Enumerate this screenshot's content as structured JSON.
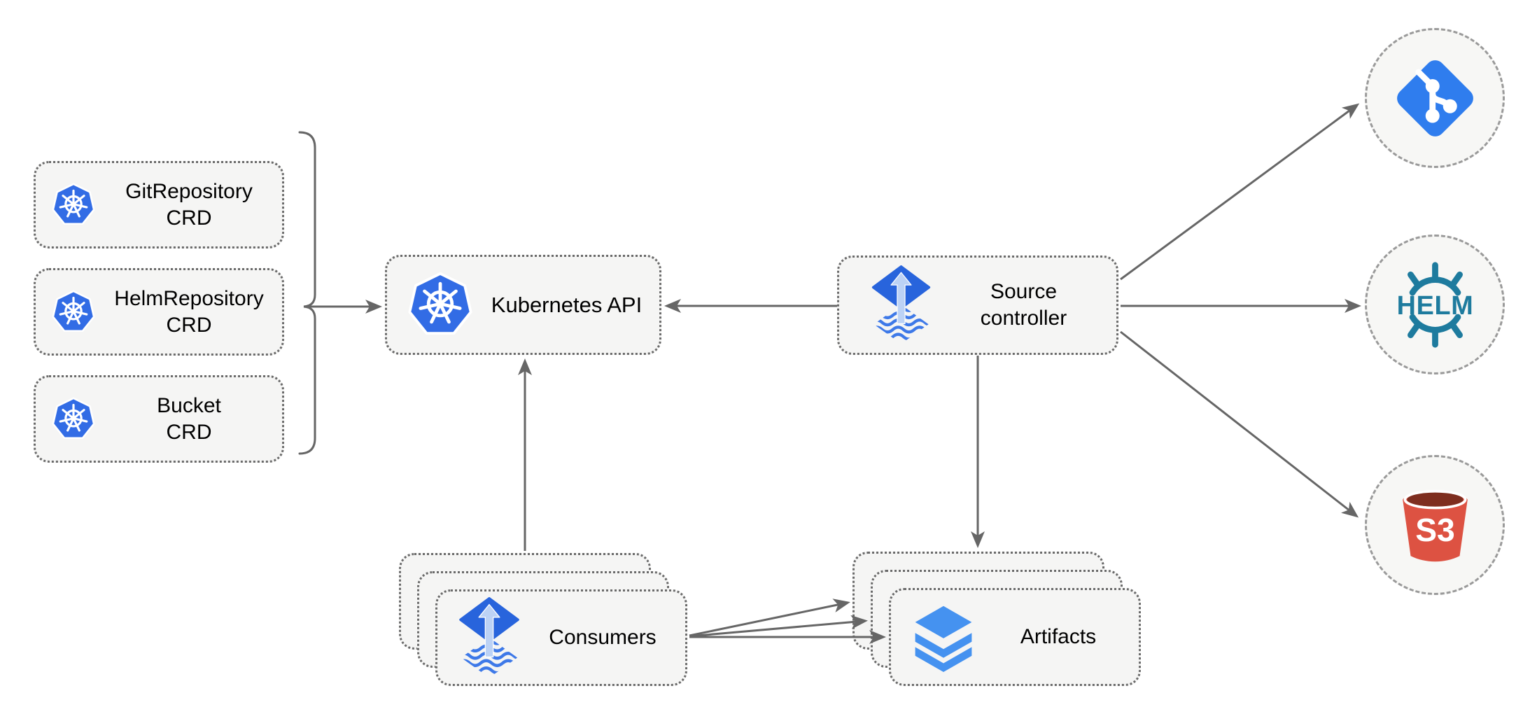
{
  "nodes": {
    "git_crd": {
      "label": "GitRepository\nCRD"
    },
    "helm_crd": {
      "label": "HelmRepository\nCRD"
    },
    "bucket_crd": {
      "label": "Bucket\nCRD"
    },
    "kubernetes_api": {
      "label": "Kubernetes API"
    },
    "source_controller": {
      "label": "Source\ncontroller"
    },
    "consumers": {
      "label": "Consumers"
    },
    "artifacts": {
      "label": "Artifacts"
    },
    "helm_endpoint": {
      "icon_text": "HELM"
    },
    "s3_endpoint": {
      "icon_text": "S3"
    }
  },
  "edges": [
    {
      "from": "crd-group-bracket",
      "to": "kubernetes-api"
    },
    {
      "from": "source-controller",
      "to": "kubernetes-api"
    },
    {
      "from": "consumers",
      "to": "kubernetes-api"
    },
    {
      "from": "source-controller",
      "to": "artifacts"
    },
    {
      "from": "source-controller",
      "to": "git-endpoint"
    },
    {
      "from": "source-controller",
      "to": "helm-endpoint"
    },
    {
      "from": "source-controller",
      "to": "s3-endpoint"
    },
    {
      "from": "consumers",
      "to": "artifacts",
      "count": 3
    }
  ],
  "colors": {
    "kubernetes_blue": "#326CE5",
    "flux_blue": "#2864DC",
    "flux_arrow_light": "#BCD2F5",
    "layers_blue": "#4592F0",
    "git_blue": "#2F7DEE",
    "helm_teal": "#1E7B9E",
    "s3_red": "#DD5242",
    "s3_dark_red": "#7E2E1F",
    "node_fill": "#F5F5F4",
    "connector_gray": "#666666"
  }
}
